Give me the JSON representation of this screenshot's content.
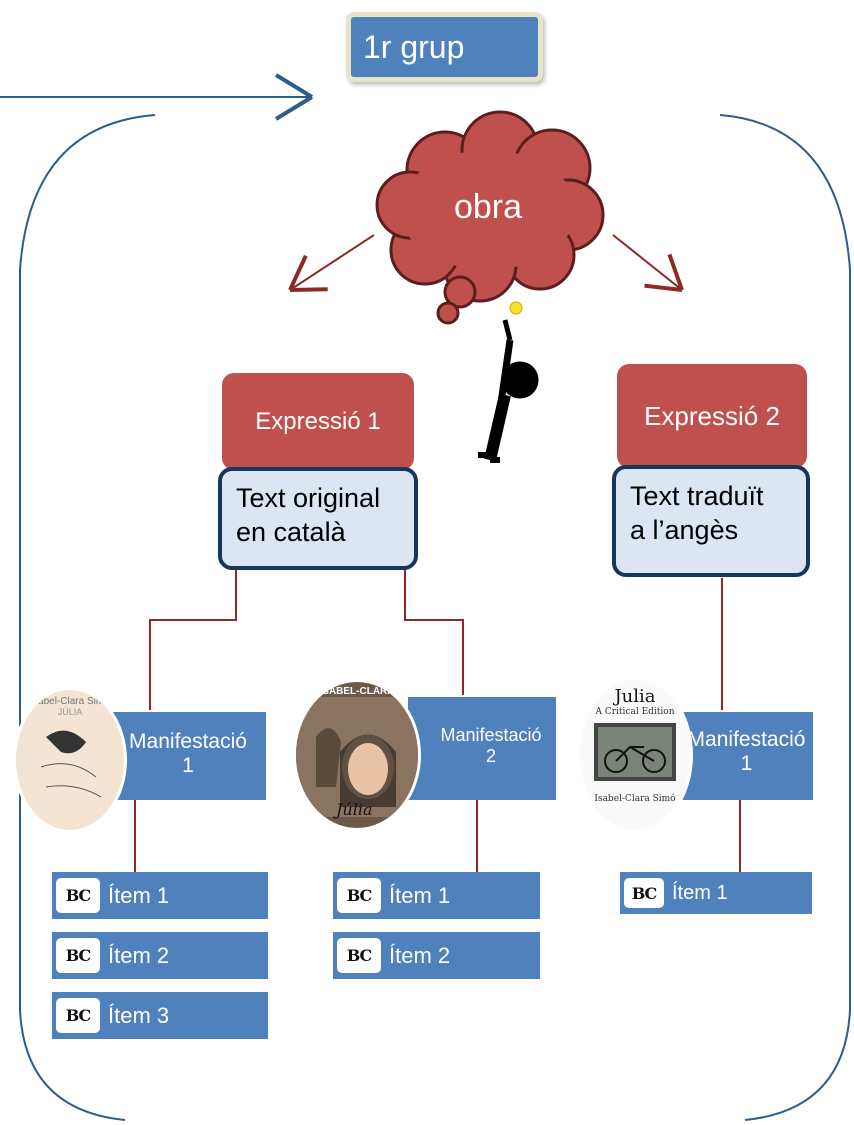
{
  "group": {
    "label": "1r grup"
  },
  "work": {
    "label": "obra"
  },
  "expressions": [
    {
      "label": "Expressió 1",
      "text": [
        "Text original",
        "en català"
      ]
    },
    {
      "label": "Expressió 2",
      "text": [
        "Text traduït",
        "a l’angès"
      ]
    }
  ],
  "manifestations": [
    {
      "label": [
        "Manifestació",
        "1"
      ],
      "cover_text": [
        "Isabel-Clara Simó",
        "JÚLIA"
      ]
    },
    {
      "label": [
        "Manifestació",
        "2"
      ],
      "cover_text": [
        "ISABEL-CLARA",
        "Júlia"
      ]
    },
    {
      "label": [
        "Manifestació",
        "1"
      ],
      "cover_text": [
        "Julia",
        "A Critical Edition",
        "Isabel-Clara Simó"
      ]
    }
  ],
  "items": {
    "logo_text": "BC",
    "column1": [
      "Ítem 1",
      "Ítem 2",
      "Ítem 3"
    ],
    "column2": [
      "Ítem 1",
      "Ítem 2"
    ],
    "column3": [
      "Ítem 1"
    ]
  },
  "colors": {
    "blue": "#4f81bd",
    "red": "#c0504d",
    "dark_red": "#8b2a27",
    "light_blue": "#dce6f2",
    "navy": "#17365d",
    "line_blue": "#2e5d8c"
  }
}
